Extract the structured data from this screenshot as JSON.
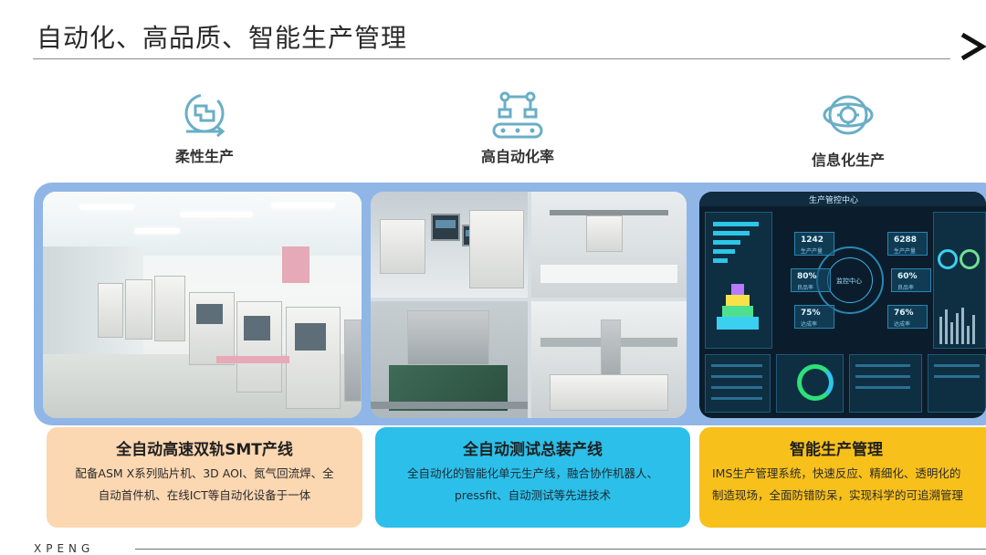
{
  "slide": {
    "title": "自动化、高品质、智能生产管理",
    "brand": "XPENG"
  },
  "features": [
    {
      "label": "柔性生产",
      "icon": "flexible-production-icon"
    },
    {
      "label": "高自动化率",
      "icon": "automation-robot-arm-icon"
    },
    {
      "label": "信息化生产",
      "icon": "information-gear-globe-icon"
    }
  ],
  "dashboard": {
    "header": "生产管控中心",
    "center_label": "监控中心",
    "stats": [
      {
        "value": "1242",
        "label": "生产产量"
      },
      {
        "value": "6288",
        "label": "生产产量"
      },
      {
        "value": "80%",
        "label": "良品率"
      },
      {
        "value": "60%",
        "label": "良品率"
      },
      {
        "value": "75%",
        "label": "达成率"
      },
      {
        "value": "76%",
        "label": "达成率"
      }
    ]
  },
  "cards": [
    {
      "title": "全自动高速双轨SMT产线",
      "lines": [
        "配备ASM X系列贴片机、3D AOI、氮气回流焊、全",
        "自动首件机、在线ICT等自动化设备于一体"
      ]
    },
    {
      "title": "全自动测试总装产线",
      "lines": [
        "全自动化的智能化单元生产线，融合协作机器人、",
        "pressfit、自动测试等先进技术"
      ]
    },
    {
      "title": "智能生产管理",
      "lines": [
        "IMS生产管理系统，快速反应、精细化、透明化的",
        "制造现场，全面防错防呆，实现科学的可追溯管理"
      ]
    }
  ],
  "colors": {
    "card_orange": "#fbd7b2",
    "card_blue": "#2cbfe9",
    "card_yellow": "#f8c01b",
    "photo_band": "#8fb6e6",
    "icon_teal": "#5fa9c2"
  }
}
